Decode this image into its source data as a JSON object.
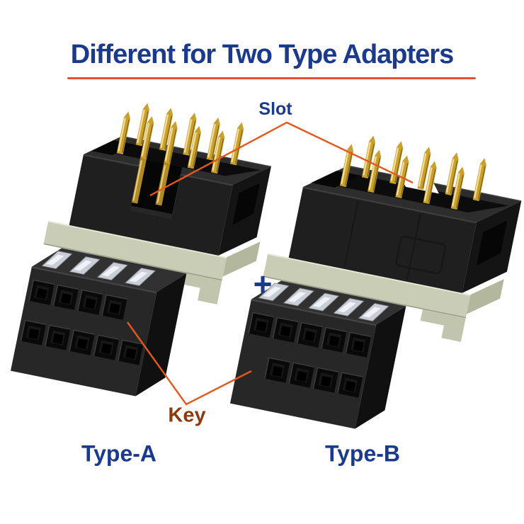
{
  "title": {
    "text": "Different for Two Type Adapters"
  },
  "annotations": {
    "slot_label": "Slot",
    "key_label": "Key",
    "plus_sign": "+"
  },
  "products": [
    {
      "name": "Type-A"
    },
    {
      "name": "Type-B"
    }
  ],
  "colors": {
    "background": "#ffffff",
    "heading_navy": "#1b3a8c",
    "underline_orange": "#e8502a",
    "callout_orange": "#e2581e",
    "key_label_brown": "#8c3a10",
    "connector_black": "#1f1f1f",
    "pin_gold": "#c9a02e",
    "pcb_sage": "#c9cdb5",
    "solder_tab_silver": "#c9ced6"
  }
}
